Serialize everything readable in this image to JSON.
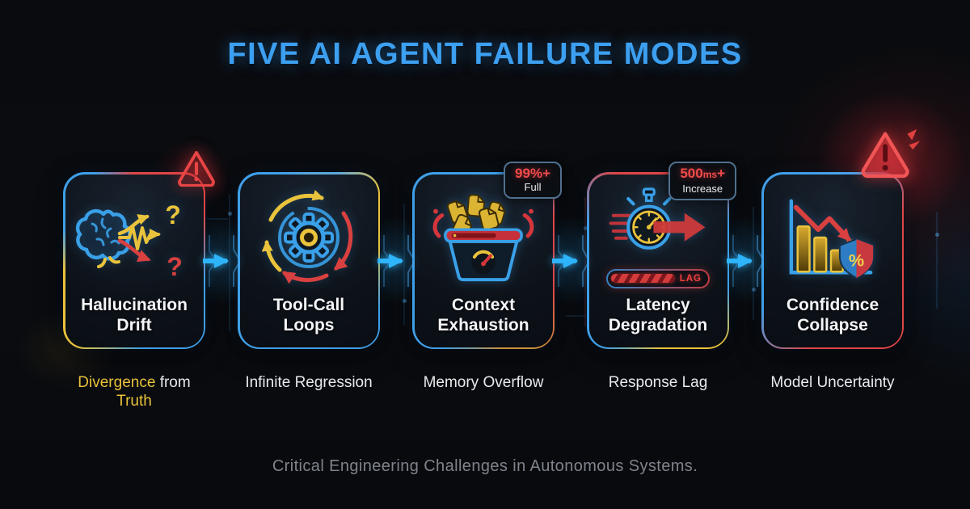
{
  "page": {
    "title": "FIVE AI AGENT FAILURE MODES",
    "caption": "Critical Engineering Challenges in Autonomous Systems."
  },
  "colors": {
    "title_blue": "#3d9ff0",
    "neon_blue": "#2eb4fa",
    "accent_yellow": "#eac33c",
    "accent_red": "#e04545",
    "card_text": "#f4f5f7",
    "caption_gray": "#7e838c"
  },
  "cards": [
    {
      "name": "hallucination-drift",
      "icon": "brain-divergence-icon",
      "title_line1": "Hallucination",
      "title_line2": "Drift",
      "subtitle_line1": "Divergence",
      "subtitle_line2_prefix": "from ",
      "subtitle_line2_accent": "Truth",
      "icon_marks": {
        "top": "?",
        "bottom": "?"
      },
      "warning": "warning-triangle"
    },
    {
      "name": "tool-call-loops",
      "icon": "gear-loop-icon",
      "title_line1": "Tool-Call",
      "title_line2": "Loops",
      "subtitle_line1": "Infinite",
      "subtitle_line2": "Regression"
    },
    {
      "name": "context-exhaustion",
      "icon": "overflow-bucket-icon",
      "title_line1": "Context",
      "title_line2": "Exhaustion",
      "subtitle_line1": "Memory",
      "subtitle_line2": "Overflow",
      "badge": {
        "main": "99%",
        "plus": "+",
        "label": "Full"
      }
    },
    {
      "name": "latency-degradation",
      "icon": "stopwatch-lag-icon",
      "title_line1": "Latency",
      "title_line2": "Degradation",
      "subtitle_line1": "Response",
      "subtitle_line2": "Lag",
      "badge": {
        "main": "500",
        "unit": "ms",
        "plus": "+",
        "label": "Increase"
      },
      "lag_label": "LAG"
    },
    {
      "name": "confidence-collapse",
      "icon": "declining-chart-icon",
      "title_line1": "Confidence",
      "title_line2": "Collapse",
      "subtitle_line1": "Model",
      "subtitle_line2": "Uncertainty",
      "shield_symbol": "%",
      "warning": "warning-triangle-cracked"
    }
  ]
}
